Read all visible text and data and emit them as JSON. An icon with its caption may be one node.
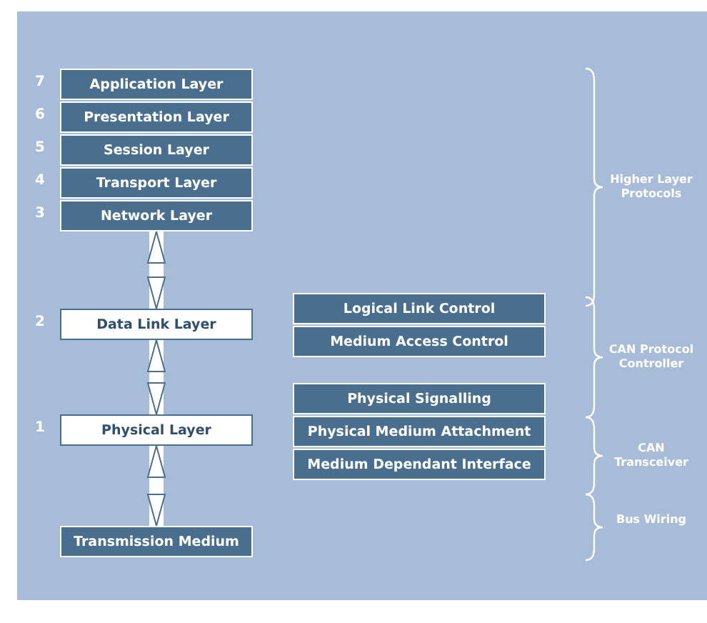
{
  "diagram": {
    "nodes": [
      {
        "text": [
          "Application Layer"
        ],
        "beside": [
          "7"
        ]
      },
      {
        "text": [
          "Presentation Layer"
        ],
        "beside": [
          "6"
        ]
      },
      {
        "text": [
          "Session Layer"
        ],
        "beside": [
          "5"
        ]
      },
      {
        "text": [
          "Transport Layer"
        ],
        "beside": [
          "4"
        ]
      },
      {
        "text": [
          "Network Layer"
        ],
        "beside": [
          "3"
        ]
      },
      {
        "text": [
          "Data Link Layer"
        ],
        "beside": [
          "2"
        ]
      },
      {
        "text": [
          "Logical Link Control"
        ]
      },
      {
        "text": [
          "Medium Access Control"
        ]
      },
      {
        "text": [
          "Physical Layer"
        ],
        "beside": [
          "1"
        ]
      },
      {
        "text": [
          "Physical Signalling"
        ]
      },
      {
        "text": [
          "Physical Medium Attachment"
        ]
      },
      {
        "text": [
          "Medium Dependant Interface"
        ]
      },
      {
        "text": [
          "Transmission Medium"
        ]
      }
    ],
    "edges": [
      {
        "from": 4,
        "to": 5,
        "arrow": "both"
      },
      {
        "from": 5,
        "to": 8,
        "arrow": "both"
      },
      {
        "from": 8,
        "to": 12,
        "arrow": "both"
      }
    ],
    "labels": [
      "Higher Layer Protocols",
      "CAN Protocol Controller",
      "CAN Transceiver",
      "Bus Wiring"
    ]
  }
}
